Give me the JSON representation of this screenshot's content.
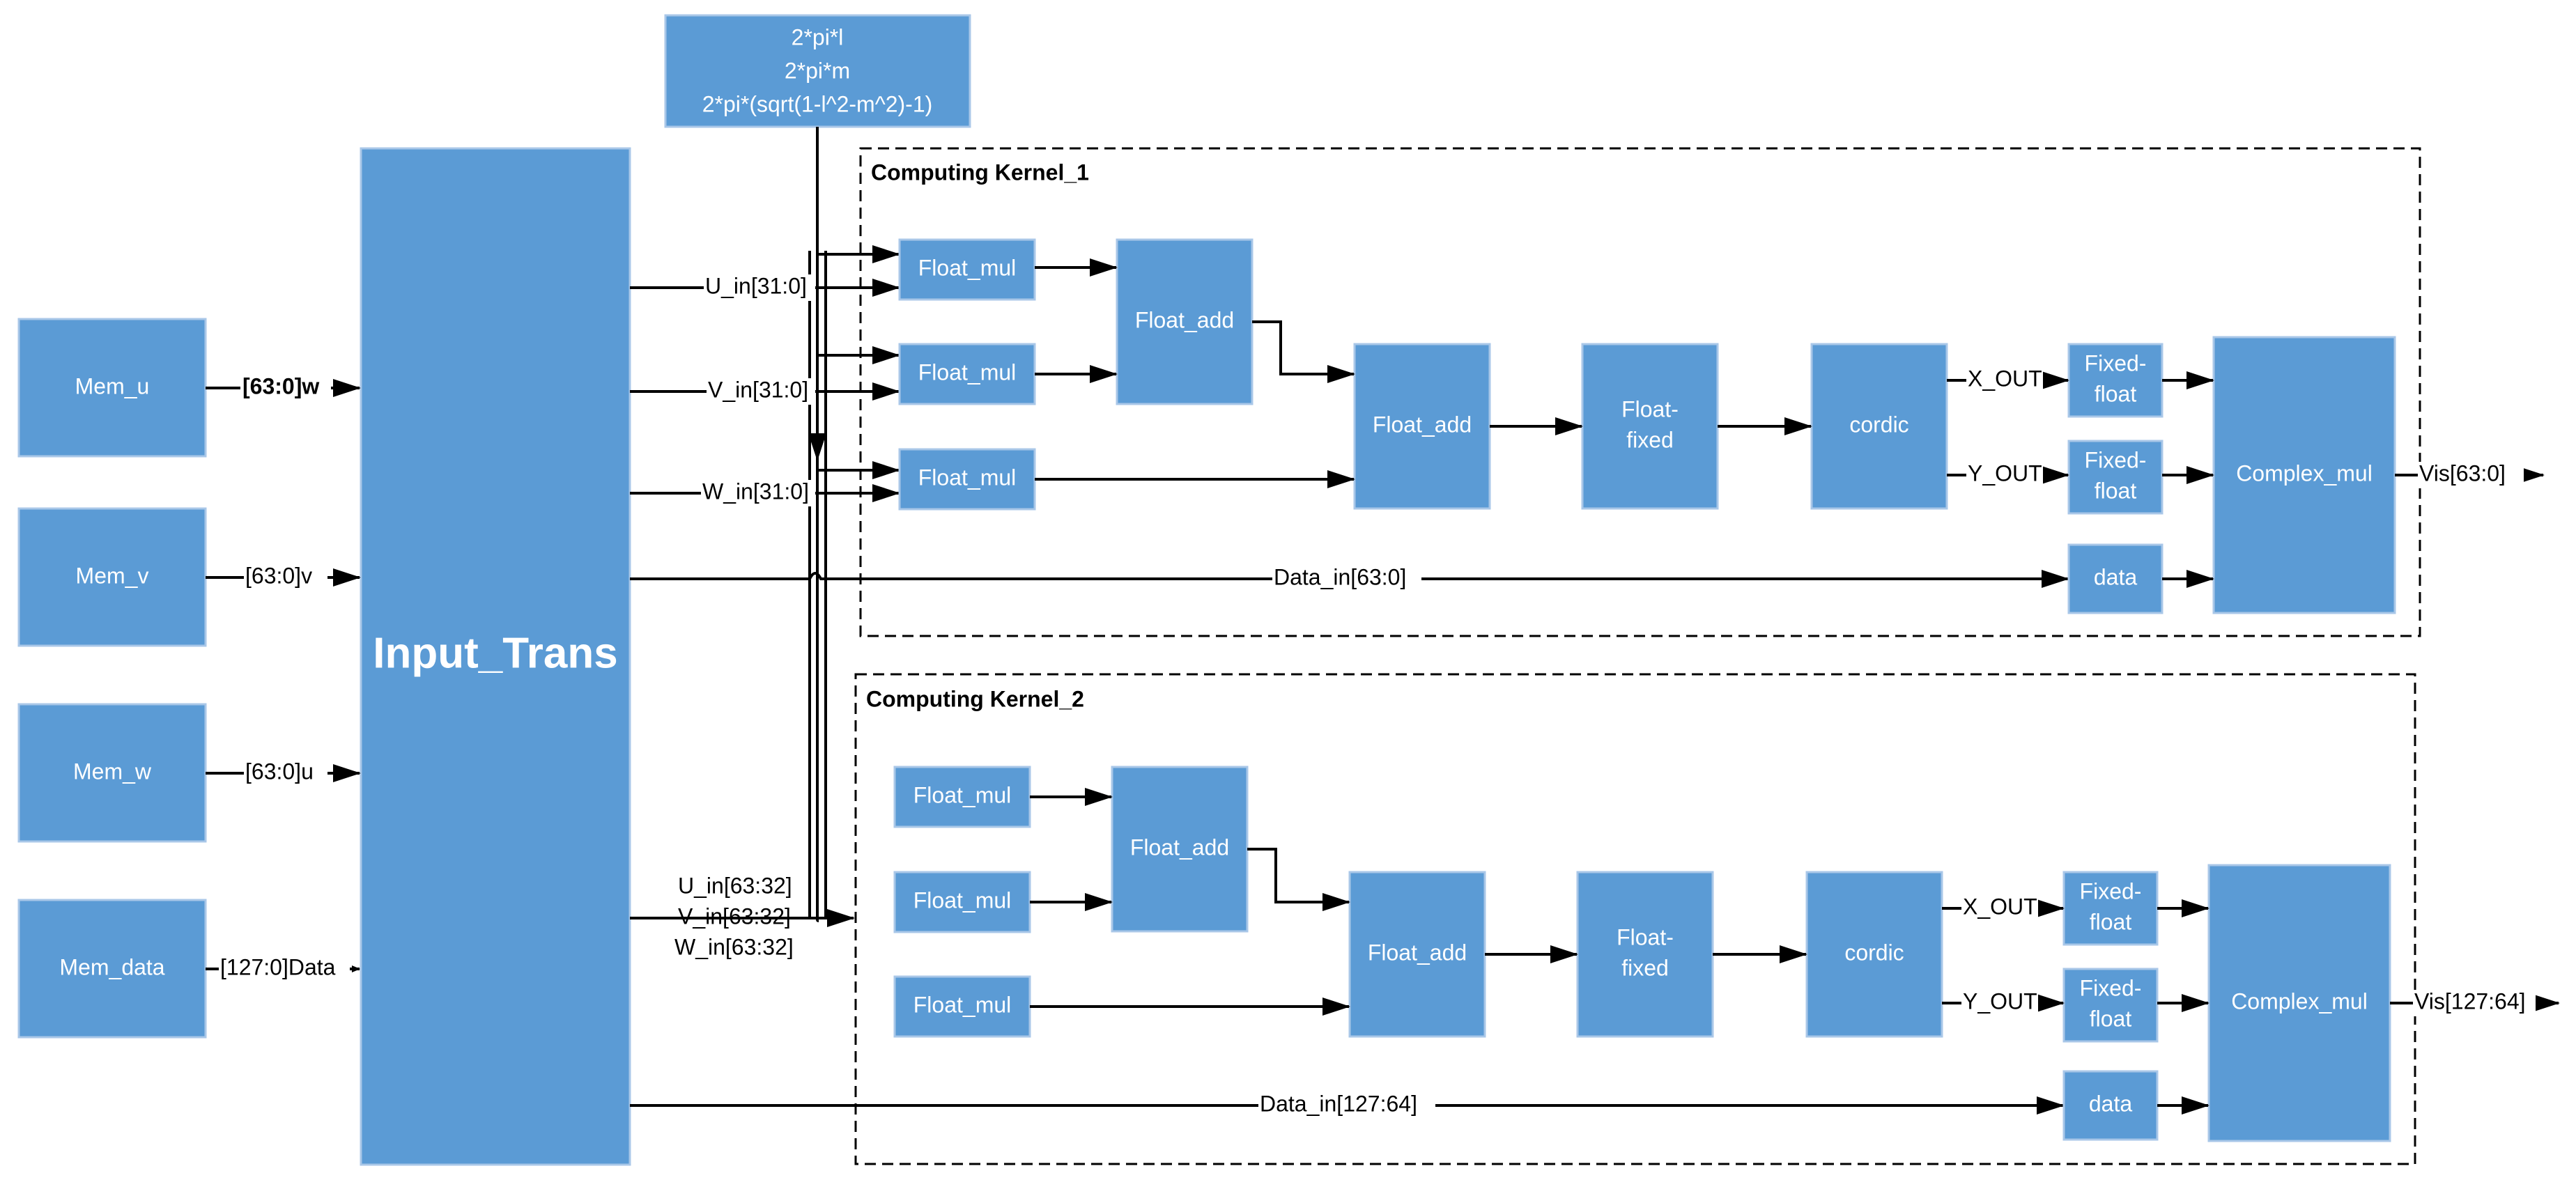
{
  "params_box": {
    "lines": [
      "2*pi*l",
      "2*pi*m",
      "2*pi*(sqrt(1-l^2-m^2)-1)"
    ]
  },
  "input_trans": {
    "label": "Input_Trans"
  },
  "memories": {
    "mem_u": "Mem_u",
    "mem_v": "Mem_v",
    "mem_w": "Mem_w",
    "mem_data": "Mem_data"
  },
  "mem_signals": {
    "mem_u": "[63:0]w",
    "mem_v": "[63:0]v",
    "mem_w": "[63:0]u",
    "mem_data": "[127:0]Data"
  },
  "kernel1": {
    "title": "Computing Kernel_1",
    "u_in": "U_in[31:0]",
    "v_in": "V_in[31:0]",
    "w_in": "W_in[31:0]",
    "float_mul": "Float_mul",
    "float_add": "Float_add",
    "float_fixed": [
      "Float-",
      "fixed"
    ],
    "cordic": "cordic",
    "x_out": "X_OUT",
    "y_out": "Y_OUT",
    "fixed_float": [
      "Fixed-",
      "float"
    ],
    "data": "data",
    "complex_mul": "Complex_mul",
    "data_in": "Data_in[63:0]",
    "vis": "Vis[63:0]"
  },
  "kernel2": {
    "title": "Computing Kernel_2",
    "inputs": [
      "U_in[63:32]",
      "V_in[63:32]",
      "W_in[63:32]"
    ],
    "float_mul": "Float_mul",
    "float_add": "Float_add",
    "float_fixed": [
      "Float-",
      "fixed"
    ],
    "cordic": "cordic",
    "x_out": "X_OUT",
    "y_out": "Y_OUT",
    "fixed_float": [
      "Fixed-",
      "float"
    ],
    "data": "data",
    "complex_mul": "Complex_mul",
    "data_in": "Data_in[127:64]",
    "vis": "Vis[127:64]"
  }
}
